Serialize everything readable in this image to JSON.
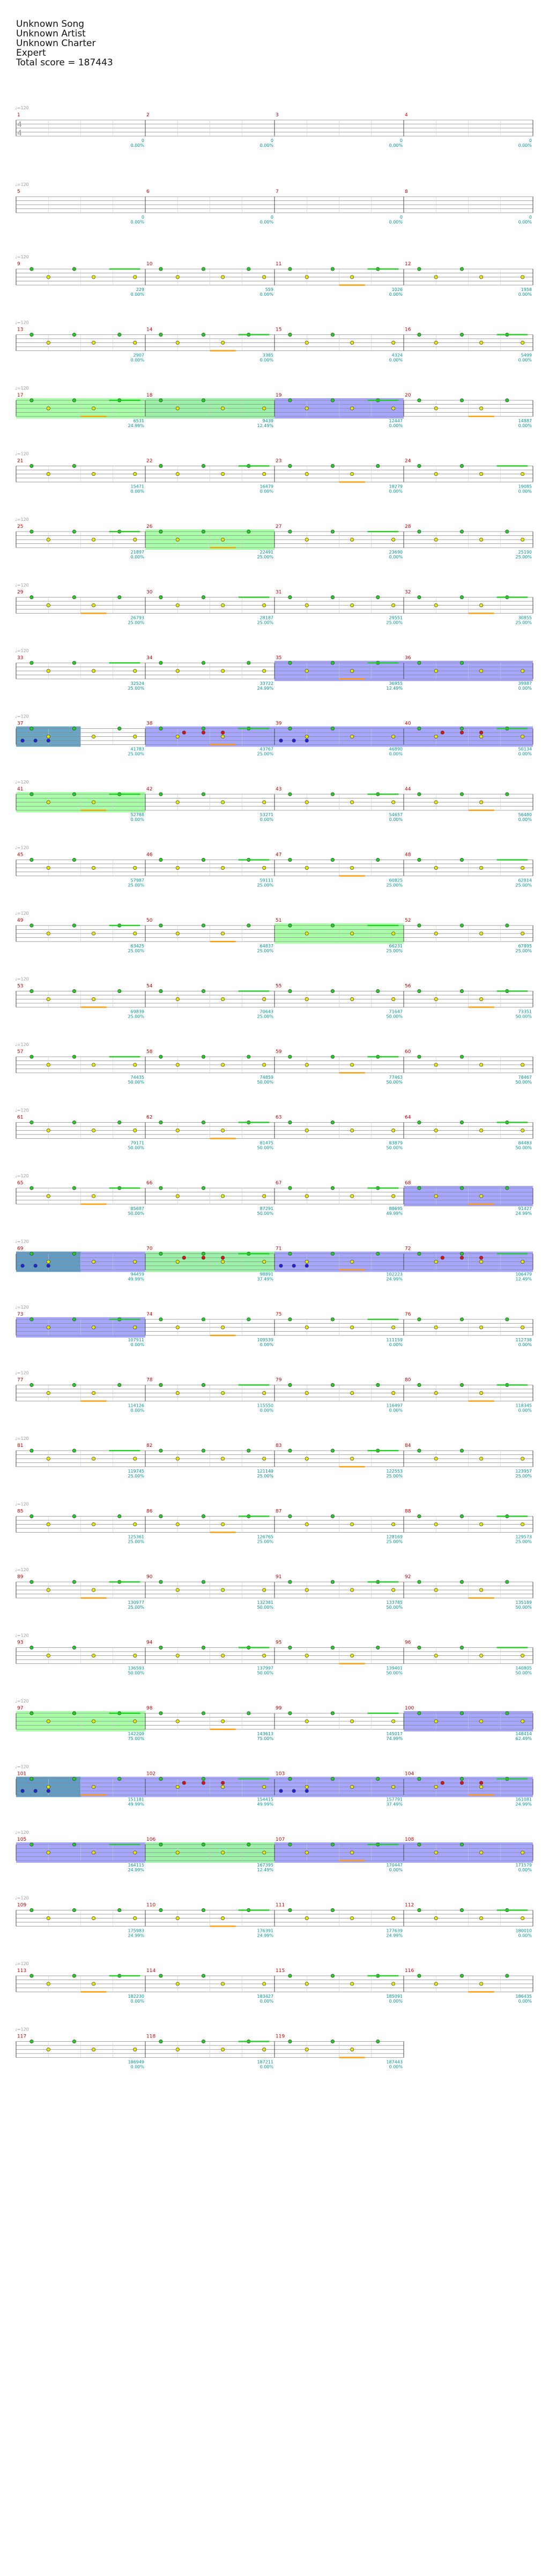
{
  "header": {
    "song": "Unknown Song",
    "artist": "Unknown Artist",
    "charter": "Unknown Charter",
    "difficulty": "Expert",
    "total_score_label": "Total score = 187443"
  },
  "colors": {
    "green": "#22cc22",
    "red": "#dd1111",
    "yellow": "#e6e600",
    "blue": "#2222dd",
    "orange": "#ff9900",
    "star_power": "#99ff99",
    "solo": "#8888ff",
    "overlap": "#5b9bbf",
    "percent_text": "#009999",
    "measure_number": "#cc0000",
    "tempo_text": "#999999"
  },
  "tempo_marker": "♩=120",
  "measures": [
    {
      "n": 1,
      "score": 0,
      "pct": "0.00%"
    },
    {
      "n": 2,
      "score": 0,
      "pct": "0.00%"
    },
    {
      "n": 3,
      "score": 0,
      "pct": "0.00%"
    },
    {
      "n": 4,
      "score": 0,
      "pct": "0.00%"
    },
    {
      "n": 5,
      "score": 0,
      "pct": "0.00%"
    },
    {
      "n": 6,
      "score": 0,
      "pct": "0.00%"
    },
    {
      "n": 7,
      "score": 0,
      "pct": "0.00%"
    },
    {
      "n": 8,
      "score": 0,
      "pct": "0.00%"
    },
    {
      "n": 9,
      "score": 229,
      "pct": "0.00%"
    },
    {
      "n": 10,
      "score": 559,
      "pct": "0.00%"
    },
    {
      "n": 11,
      "score": 1026,
      "pct": "0.00%"
    },
    {
      "n": 12,
      "score": 1958,
      "pct": "0.00%"
    },
    {
      "n": 13,
      "score": 2907,
      "pct": "0.00%"
    },
    {
      "n": 14,
      "score": 3385,
      "pct": "0.00%"
    },
    {
      "n": 15,
      "score": 4324,
      "pct": "0.00%"
    },
    {
      "n": 16,
      "score": 5499,
      "pct": "0.00%"
    },
    {
      "n": 17,
      "score": 6531,
      "pct": "24.99%"
    },
    {
      "n": 18,
      "score": 9439,
      "pct": "12.49%"
    },
    {
      "n": 19,
      "score": 12447,
      "pct": "0.00%"
    },
    {
      "n": 20,
      "score": 14887,
      "pct": "0.00%"
    },
    {
      "n": 21,
      "score": 15471,
      "pct": "0.00%"
    },
    {
      "n": 22,
      "score": 16479,
      "pct": "0.00%"
    },
    {
      "n": 23,
      "score": 18279,
      "pct": "0.00%"
    },
    {
      "n": 24,
      "score": 19085,
      "pct": "0.00%"
    },
    {
      "n": 25,
      "score": 21897,
      "pct": "0.00%"
    },
    {
      "n": 26,
      "score": 22491,
      "pct": "25.00%"
    },
    {
      "n": 27,
      "score": 23690,
      "pct": "0.00%"
    },
    {
      "n": 28,
      "score": 25190,
      "pct": "25.00%"
    },
    {
      "n": 29,
      "score": 26793,
      "pct": "25.00%"
    },
    {
      "n": 30,
      "score": 28187,
      "pct": "25.00%"
    },
    {
      "n": 31,
      "score": 29551,
      "pct": "25.00%"
    },
    {
      "n": 32,
      "score": 30855,
      "pct": "25.00%"
    },
    {
      "n": 33,
      "score": 32524,
      "pct": "25.00%"
    },
    {
      "n": 34,
      "score": 33722,
      "pct": "24.99%"
    },
    {
      "n": 35,
      "score": 36955,
      "pct": "12.49%"
    },
    {
      "n": 36,
      "score": 39987,
      "pct": "0.00%"
    },
    {
      "n": 37,
      "score": 41783,
      "pct": "25.00%"
    },
    {
      "n": 38,
      "score": 43767,
      "pct": "25.00%"
    },
    {
      "n": 39,
      "score": 46890,
      "pct": "0.00%"
    },
    {
      "n": 40,
      "score": 50134,
      "pct": "0.00%"
    },
    {
      "n": 41,
      "score": 52788,
      "pct": "0.00%"
    },
    {
      "n": 42,
      "score": 53271,
      "pct": "0.00%"
    },
    {
      "n": 43,
      "score": 54657,
      "pct": "0.00%"
    },
    {
      "n": 44,
      "score": 56480,
      "pct": "0.00%"
    },
    {
      "n": 45,
      "score": 57987,
      "pct": "25.00%"
    },
    {
      "n": 46,
      "score": 59111,
      "pct": "25.00%"
    },
    {
      "n": 47,
      "score": 60825,
      "pct": "25.00%"
    },
    {
      "n": 48,
      "score": 62814,
      "pct": "25.00%"
    },
    {
      "n": 49,
      "score": 63425,
      "pct": "25.00%"
    },
    {
      "n": 50,
      "score": 64837,
      "pct": "25.00%"
    },
    {
      "n": 51,
      "score": 66231,
      "pct": "25.00%"
    },
    {
      "n": 52,
      "score": 67895,
      "pct": "25.00%"
    },
    {
      "n": 53,
      "score": 69839,
      "pct": "25.00%"
    },
    {
      "n": 54,
      "score": 70643,
      "pct": "25.00%"
    },
    {
      "n": 55,
      "score": 71647,
      "pct": "50.00%"
    },
    {
      "n": 56,
      "score": 73351,
      "pct": "50.00%"
    },
    {
      "n": 57,
      "score": 74435,
      "pct": "50.00%"
    },
    {
      "n": 58,
      "score": 74859,
      "pct": "50.00%"
    },
    {
      "n": 59,
      "score": 77463,
      "pct": "50.00%"
    },
    {
      "n": 60,
      "score": 78467,
      "pct": "50.00%"
    },
    {
      "n": 61,
      "score": 79171,
      "pct": "50.00%"
    },
    {
      "n": 62,
      "score": 81475,
      "pct": "50.00%"
    },
    {
      "n": 63,
      "score": 83879,
      "pct": "50.00%"
    },
    {
      "n": 64,
      "score": 84483,
      "pct": "50.00%"
    },
    {
      "n": 65,
      "score": 85687,
      "pct": "50.00%"
    },
    {
      "n": 66,
      "score": 87291,
      "pct": "50.00%"
    },
    {
      "n": 67,
      "score": 88695,
      "pct": "49.99%"
    },
    {
      "n": 68,
      "score": 91427,
      "pct": "24.99%"
    },
    {
      "n": 69,
      "score": 94459,
      "pct": "49.99%"
    },
    {
      "n": 70,
      "score": 98891,
      "pct": "37.49%"
    },
    {
      "n": 71,
      "score": 102223,
      "pct": "24.99%"
    },
    {
      "n": 72,
      "score": 106479,
      "pct": "12.49%"
    },
    {
      "n": 73,
      "score": 107911,
      "pct": "0.00%"
    },
    {
      "n": 74,
      "score": 109539,
      "pct": "0.00%"
    },
    {
      "n": 75,
      "score": 111159,
      "pct": "0.00%"
    },
    {
      "n": 76,
      "score": 112738,
      "pct": "0.00%"
    },
    {
      "n": 77,
      "score": 114126,
      "pct": "0.00%"
    },
    {
      "n": 78,
      "score": 115550,
      "pct": "0.00%"
    },
    {
      "n": 79,
      "score": 116497,
      "pct": "0.00%"
    },
    {
      "n": 80,
      "score": 118345,
      "pct": "0.00%"
    },
    {
      "n": 81,
      "score": 119745,
      "pct": "25.00%"
    },
    {
      "n": 82,
      "score": 121149,
      "pct": "25.00%"
    },
    {
      "n": 83,
      "score": 122553,
      "pct": "25.00%"
    },
    {
      "n": 84,
      "score": 123957,
      "pct": "25.00%"
    },
    {
      "n": 85,
      "score": 125361,
      "pct": "25.00%"
    },
    {
      "n": 86,
      "score": 126765,
      "pct": "25.00%"
    },
    {
      "n": 87,
      "score": 128169,
      "pct": "25.00%"
    },
    {
      "n": 88,
      "score": 129573,
      "pct": "25.00%"
    },
    {
      "n": 89,
      "score": 130977,
      "pct": "25.00%"
    },
    {
      "n": 90,
      "score": 132381,
      "pct": "50.00%"
    },
    {
      "n": 91,
      "score": 133785,
      "pct": "50.00%"
    },
    {
      "n": 92,
      "score": 135189,
      "pct": "50.00%"
    },
    {
      "n": 93,
      "score": 136593,
      "pct": "50.00%"
    },
    {
      "n": 94,
      "score": 137997,
      "pct": "50.00%"
    },
    {
      "n": 95,
      "score": 139401,
      "pct": "50.00%"
    },
    {
      "n": 96,
      "score": 140805,
      "pct": "50.00%"
    },
    {
      "n": 97,
      "score": 142209,
      "pct": "75.00%"
    },
    {
      "n": 98,
      "score": 143613,
      "pct": "75.00%"
    },
    {
      "n": 99,
      "score": 145017,
      "pct": "74.99%"
    },
    {
      "n": 100,
      "score": 148414,
      "pct": "62.49%"
    },
    {
      "n": 101,
      "score": 151181,
      "pct": "49.99%"
    },
    {
      "n": 102,
      "score": 154415,
      "pct": "49.99%"
    },
    {
      "n": 103,
      "score": 157791,
      "pct": "37.49%"
    },
    {
      "n": 104,
      "score": 161081,
      "pct": "24.99%"
    },
    {
      "n": 105,
      "score": 164115,
      "pct": "24.99%"
    },
    {
      "n": 106,
      "score": 167395,
      "pct": "12.49%"
    },
    {
      "n": 107,
      "score": 170447,
      "pct": "0.00%"
    },
    {
      "n": 108,
      "score": 171579,
      "pct": "0.00%"
    },
    {
      "n": 109,
      "score": 175983,
      "pct": "24.99%"
    },
    {
      "n": 110,
      "score": 176391,
      "pct": "24.99%"
    },
    {
      "n": 111,
      "score": 177639,
      "pct": "24.99%"
    },
    {
      "n": 112,
      "score": 180010,
      "pct": "0.00%"
    },
    {
      "n": 113,
      "score": 182230,
      "pct": "0.00%"
    },
    {
      "n": 114,
      "score": 183427,
      "pct": "0.00%"
    },
    {
      "n": 115,
      "score": 185091,
      "pct": "0.00%"
    },
    {
      "n": 116,
      "score": 186435,
      "pct": "0.00%"
    },
    {
      "n": 117,
      "score": 186949,
      "pct": "0.00%"
    },
    {
      "n": 118,
      "score": 187211,
      "pct": "0.00%"
    },
    {
      "n": 119,
      "score": 187443,
      "pct": "0.00%"
    }
  ]
}
